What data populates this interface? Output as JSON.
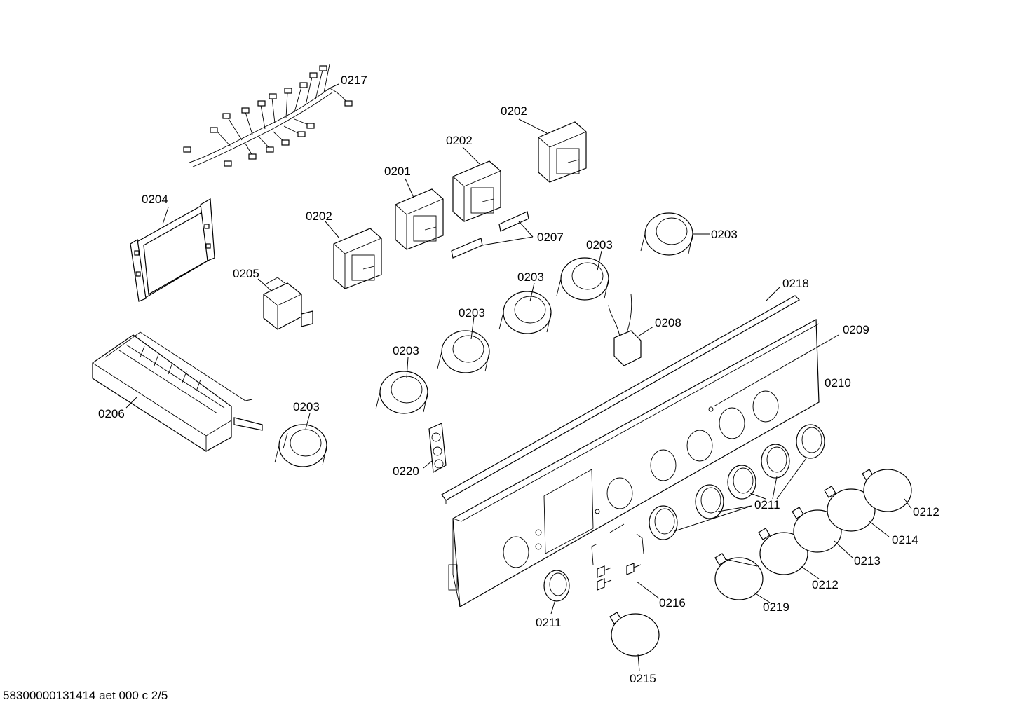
{
  "labels": {
    "l0217": "0217",
    "l0202a": "0202",
    "l0202b": "0202",
    "l0202c": "0202",
    "l0201": "0201",
    "l0204": "0204",
    "l0207": "0207",
    "l0203a": "0203",
    "l0203b": "0203",
    "l0203c": "0203",
    "l0203d": "0203",
    "l0203e": "0203",
    "l0203f": "0203",
    "l0205": "0205",
    "l0218": "0218",
    "l0208": "0208",
    "l0209": "0209",
    "l0210": "0210",
    "l0206": "0206",
    "l0220": "0220",
    "l0211a": "0211",
    "l0211b": "0211",
    "l0212a": "0212",
    "l0212b": "0212",
    "l0214": "0214",
    "l0213": "0213",
    "l0216": "0216",
    "l0219": "0219",
    "l0215": "0215"
  },
  "footer": "58300000131414 aet 000 c 2/5"
}
